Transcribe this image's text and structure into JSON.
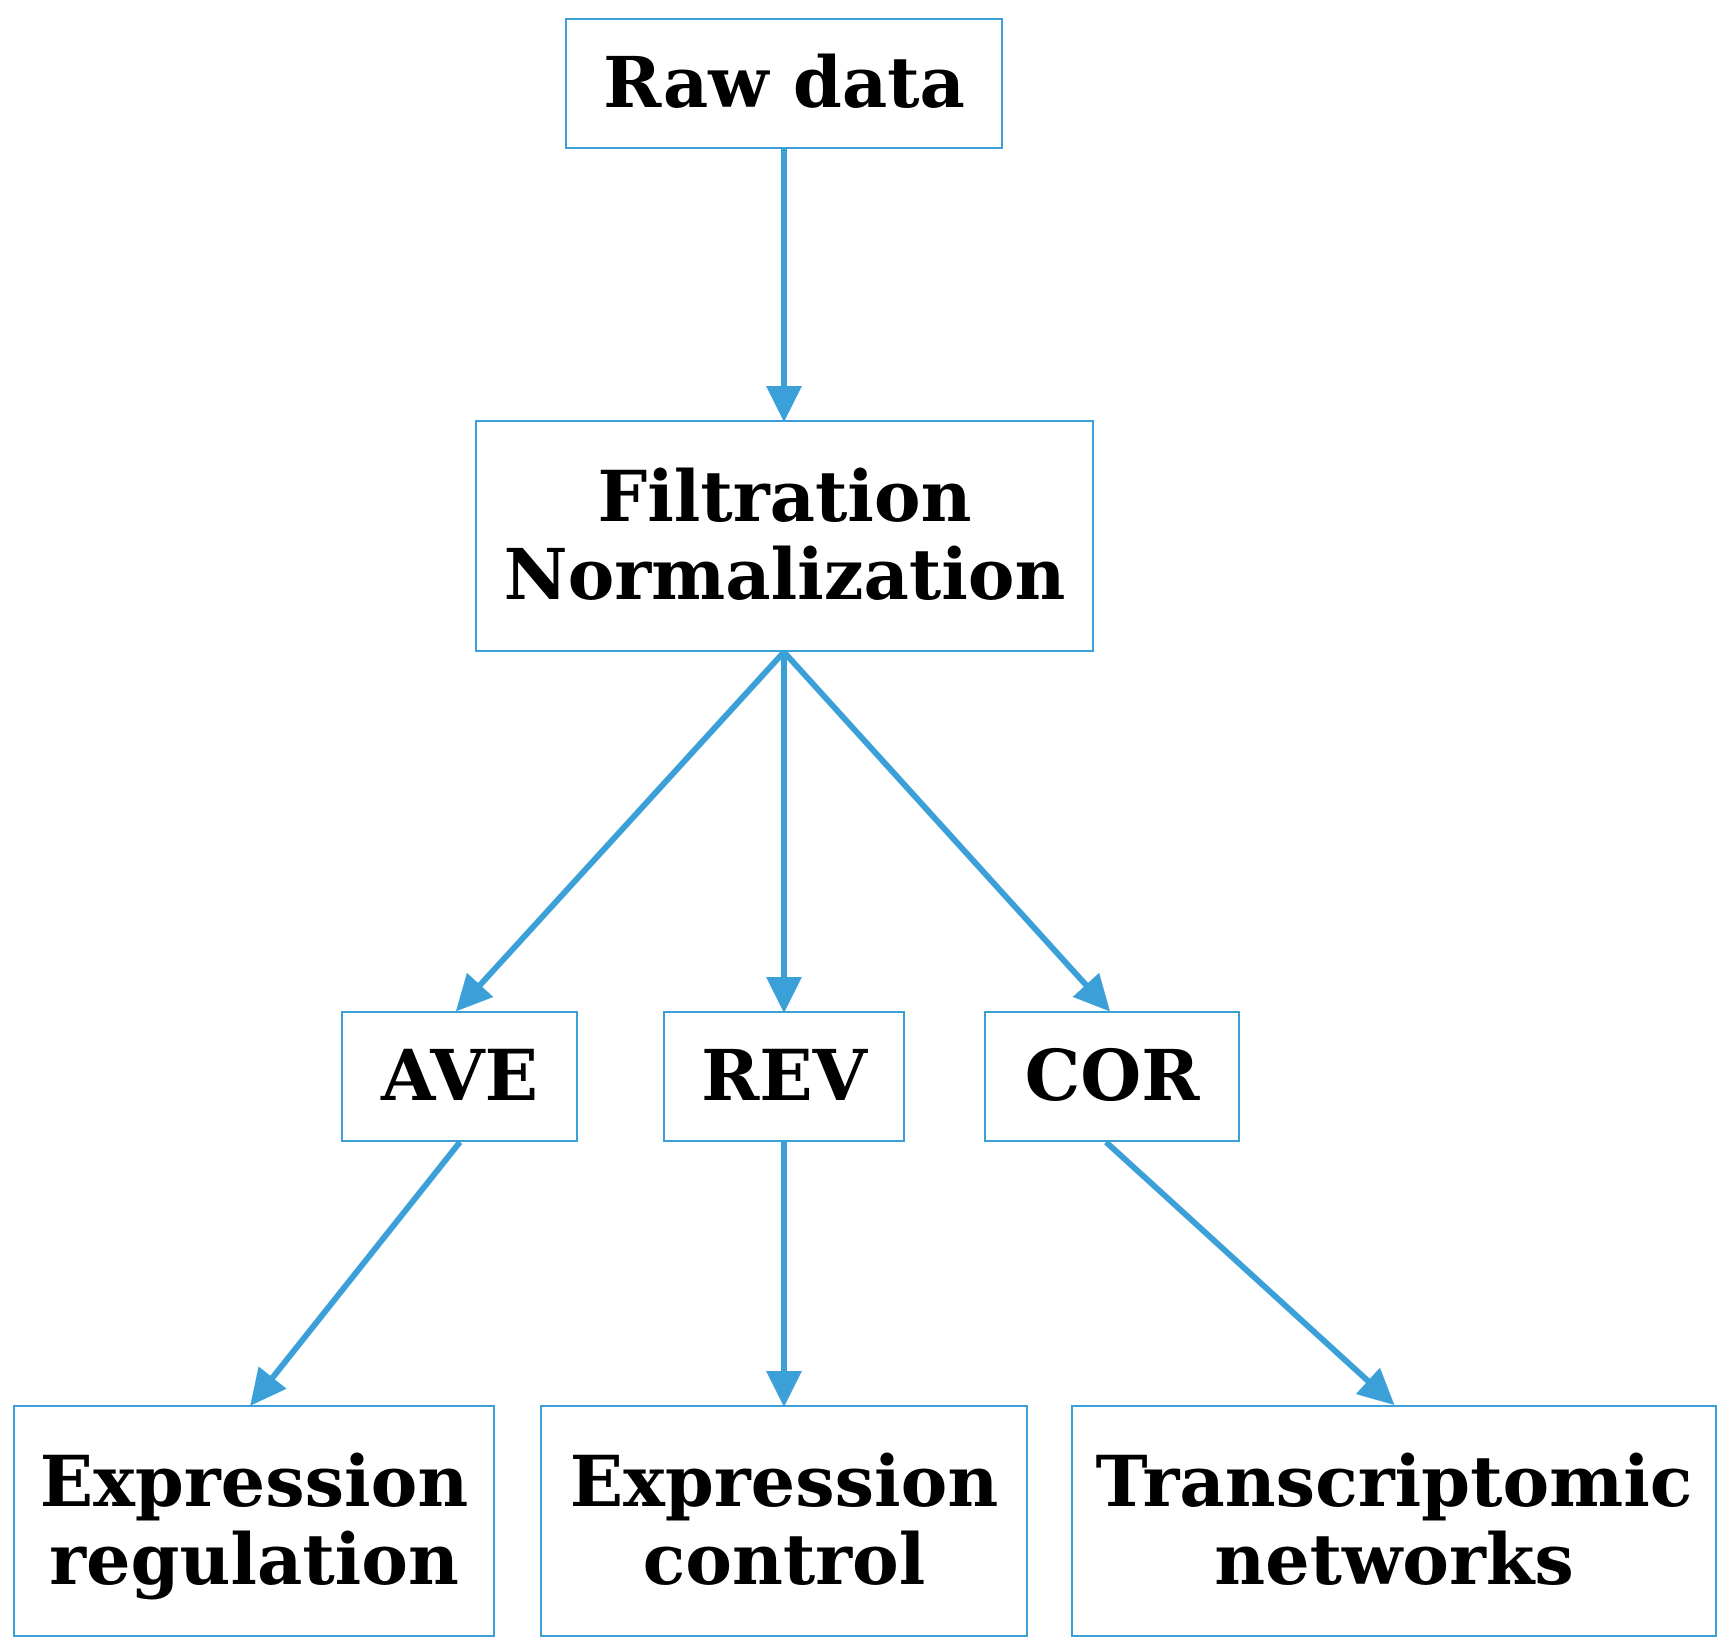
{
  "colors": {
    "arrow": "#3b9fd8",
    "box_border": "#3b9fd8",
    "text": "#000000"
  },
  "nodes": {
    "raw": {
      "lines": [
        "Raw data"
      ]
    },
    "filter": {
      "lines": [
        "Filtration",
        "Normalization"
      ]
    },
    "ave": {
      "lines": [
        "AVE"
      ]
    },
    "rev": {
      "lines": [
        "REV"
      ]
    },
    "cor": {
      "lines": [
        "COR"
      ]
    },
    "regulation": {
      "lines": [
        "Expression",
        "regulation"
      ]
    },
    "control": {
      "lines": [
        "Expression",
        "control"
      ]
    },
    "networks": {
      "lines": [
        "Transcriptomic",
        "networks"
      ]
    }
  },
  "edges": [
    {
      "from": "raw",
      "to": "filter"
    },
    {
      "from": "filter",
      "to": "ave"
    },
    {
      "from": "filter",
      "to": "rev"
    },
    {
      "from": "filter",
      "to": "cor"
    },
    {
      "from": "ave",
      "to": "regulation"
    },
    {
      "from": "rev",
      "to": "control"
    },
    {
      "from": "cor",
      "to": "networks"
    }
  ]
}
